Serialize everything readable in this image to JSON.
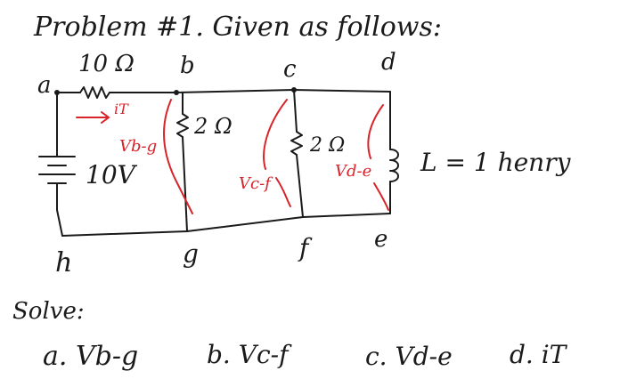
{
  "header": "Problem #1. Given as follows:",
  "nodes": {
    "a": "a",
    "b": "b",
    "c": "c",
    "d": "d",
    "e": "e",
    "f": "f",
    "g": "g",
    "h": "h"
  },
  "components": {
    "r1": "10 Ω",
    "r2": "2 Ω",
    "r3": "2 Ω",
    "source": "10V",
    "inductor": "L = 1 henry"
  },
  "annotations": {
    "current": "iT",
    "v_bg": "Vb-g",
    "v_cf": "Vc-f",
    "v_de": "Vd-e"
  },
  "solve": {
    "label": "Solve:",
    "items": [
      "a. Vb-g",
      "b. Vc-f",
      "c. Vd-e",
      "d. iT"
    ]
  },
  "colors": {
    "ink": "#1a1a1a",
    "accent": "#d8232a"
  }
}
